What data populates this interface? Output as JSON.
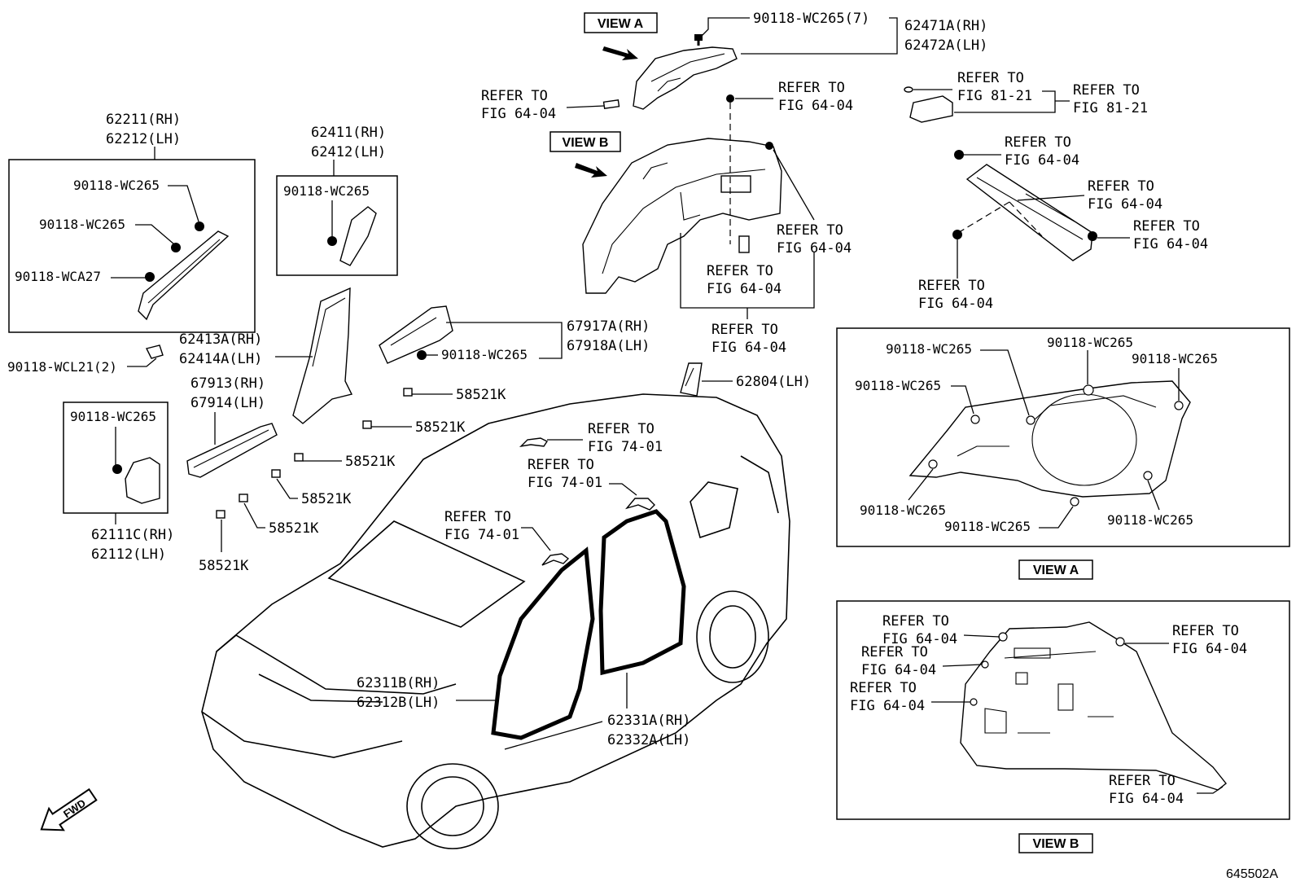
{
  "view_a_tag": "VIEW A",
  "view_b_tag": "VIEW B",
  "diagram_id": "645502A",
  "fwd_label": "FWD",
  "labels": {
    "clip_top": "90118-WC265(7)",
    "p62471": "62471A(RH)",
    "p62472": "62472A(LH)",
    "refer_64_a1": "REFER TO",
    "refer_64_a2": "FIG 64-04",
    "refer_64_b1": "REFER TO",
    "refer_64_b2": "FIG 64-04",
    "refer_81_a1": "REFER TO",
    "refer_81_a2": "FIG 81-21",
    "refer_81_b1": "REFER TO",
    "refer_81_b2": "FIG 81-21",
    "refer_64_c1": "REFER TO",
    "refer_64_c2": "FIG 64-04",
    "refer_64_d1": "REFER TO",
    "refer_64_d2": "FIG 64-04",
    "refer_64_e1": "REFER TO",
    "refer_64_e2": "FIG 64-04",
    "refer_64_f1": "REFER TO",
    "refer_64_f2": "FIG 64-04",
    "refer_64_g1": "REFER TO",
    "refer_64_g2": "FIG 64-04",
    "refer_64_h1": "REFER TO",
    "refer_64_h2": "FIG 64-04",
    "refer_64_i1": "REFER TO",
    "refer_64_i2": "FIG 64-04",
    "p62211": "62211(RH)",
    "p62212": "62212(LH)",
    "c1": "90118-WC265",
    "c2": "90118-WC265",
    "c3": "90118-WCA27",
    "p62411": "62411(RH)",
    "p62412": "62412(LH)",
    "c4": "90118-WC265",
    "p62413": "62413A(RH)",
    "p62414": "62414A(LH)",
    "cwcl": "90118-WCL21(2)",
    "p67917": "67917A(RH)",
    "p67918": "67918A(LH)",
    "c5": "90118-WC265",
    "p62804": "62804(LH)",
    "p67913": "67913(RH)",
    "p67914": "67914(LH)",
    "c6": "90118-WC265",
    "p62111": "62111C(RH)",
    "p62112": "62112(LH)",
    "k1": "58521K",
    "k2": "58521K",
    "k3": "58521K",
    "k4": "58521K",
    "k5": "58521K",
    "k6": "58521K",
    "refer_74_a1": "REFER TO",
    "refer_74_a2": "FIG 74-01",
    "refer_74_b1": "REFER TO",
    "refer_74_b2": "FIG 74-01",
    "refer_74_c1": "REFER TO",
    "refer_74_c2": "FIG 74-01",
    "p62311": "62311B(RH)",
    "p62312": "62312B(LH)",
    "p62331": "62331A(RH)",
    "p62332": "62332A(LH)",
    "va1": "90118-WC265",
    "va2": "90118-WC265",
    "va3": "90118-WC265",
    "va4": "90118-WC265",
    "va5": "90118-WC265",
    "va6": "90118-WC265",
    "va7": "90118-WC265",
    "vb1a": "REFER TO",
    "vb1b": "FIG 64-04",
    "vb2a": "REFER TO",
    "vb2b": "FIG 64-04",
    "vb3a": "REFER TO",
    "vb3b": "FIG 64-04",
    "vb4a": "REFER TO",
    "vb4b": "FIG 64-04",
    "vb5a": "REFER TO",
    "vb5b": "FIG 64-04"
  }
}
